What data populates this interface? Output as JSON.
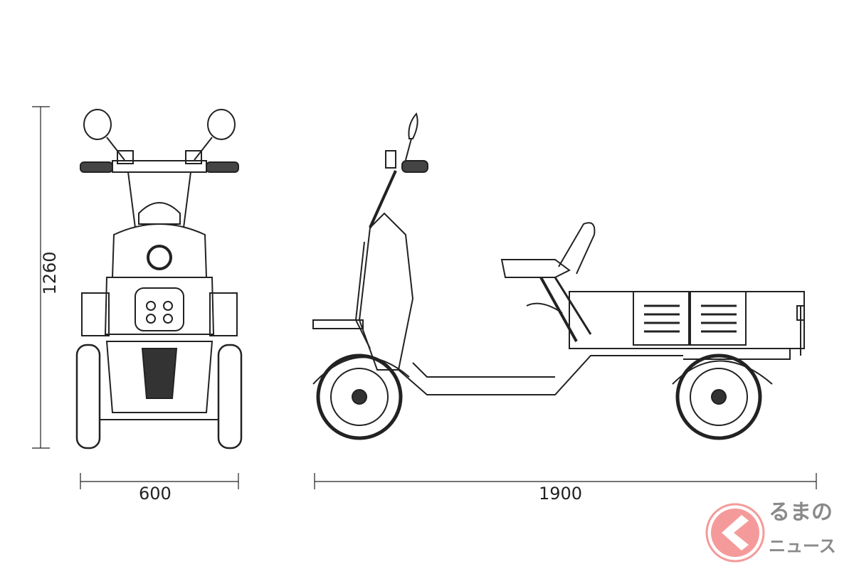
{
  "dimensions": {
    "height": "1260",
    "width": "600",
    "length": "1900"
  },
  "watermark": {
    "line1": "るまの",
    "line2": "ニュース",
    "brand_color": "#f59a9a"
  }
}
